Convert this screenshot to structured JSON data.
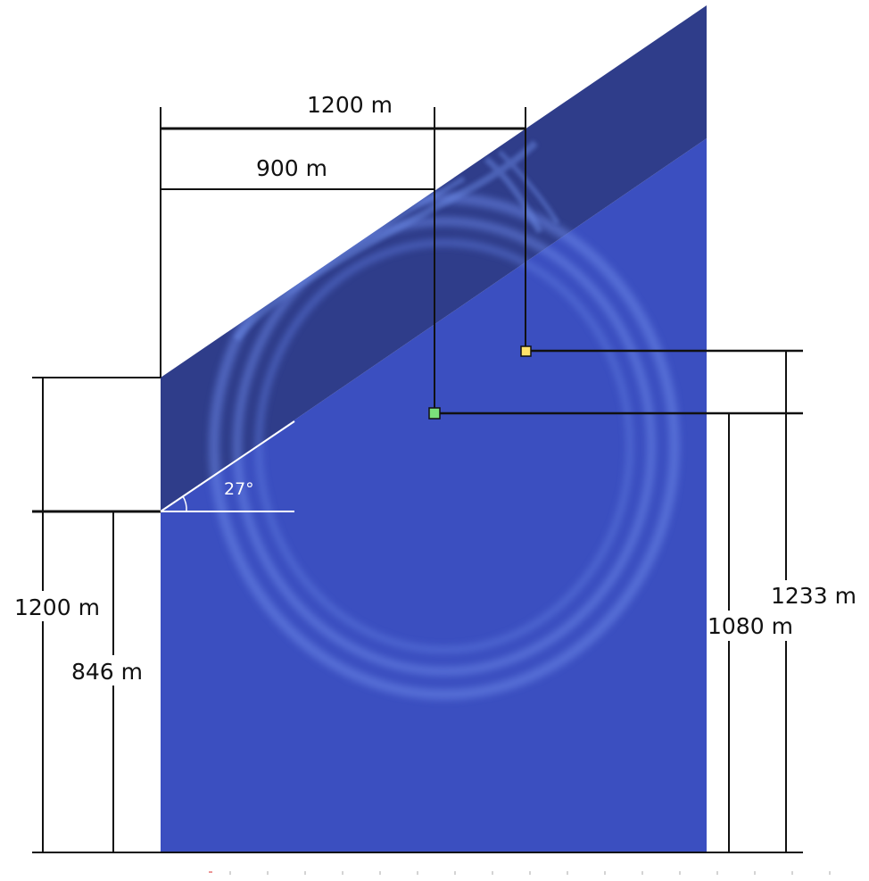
{
  "labels": {
    "width_total": "1200 m",
    "width_green": "900 m",
    "slope_angle": "27°",
    "height_left_total": "1200 m",
    "height_left_base": "846 m",
    "height_right_green": "1080 m",
    "height_right_yellow": "1233 m"
  },
  "colors": {
    "domain": "#3b4fc0",
    "upper_layer": "#2f3d8a",
    "wave_ring": "#6a86e6",
    "lines": "#111111",
    "green_receiver": "#7be07b",
    "yellow_receiver": "#ffe36b",
    "angle_lines": "#ffffff"
  },
  "icons": {
    "green_receiver": "green-square-marker-icon",
    "yellow_receiver": "yellow-square-marker-icon"
  }
}
